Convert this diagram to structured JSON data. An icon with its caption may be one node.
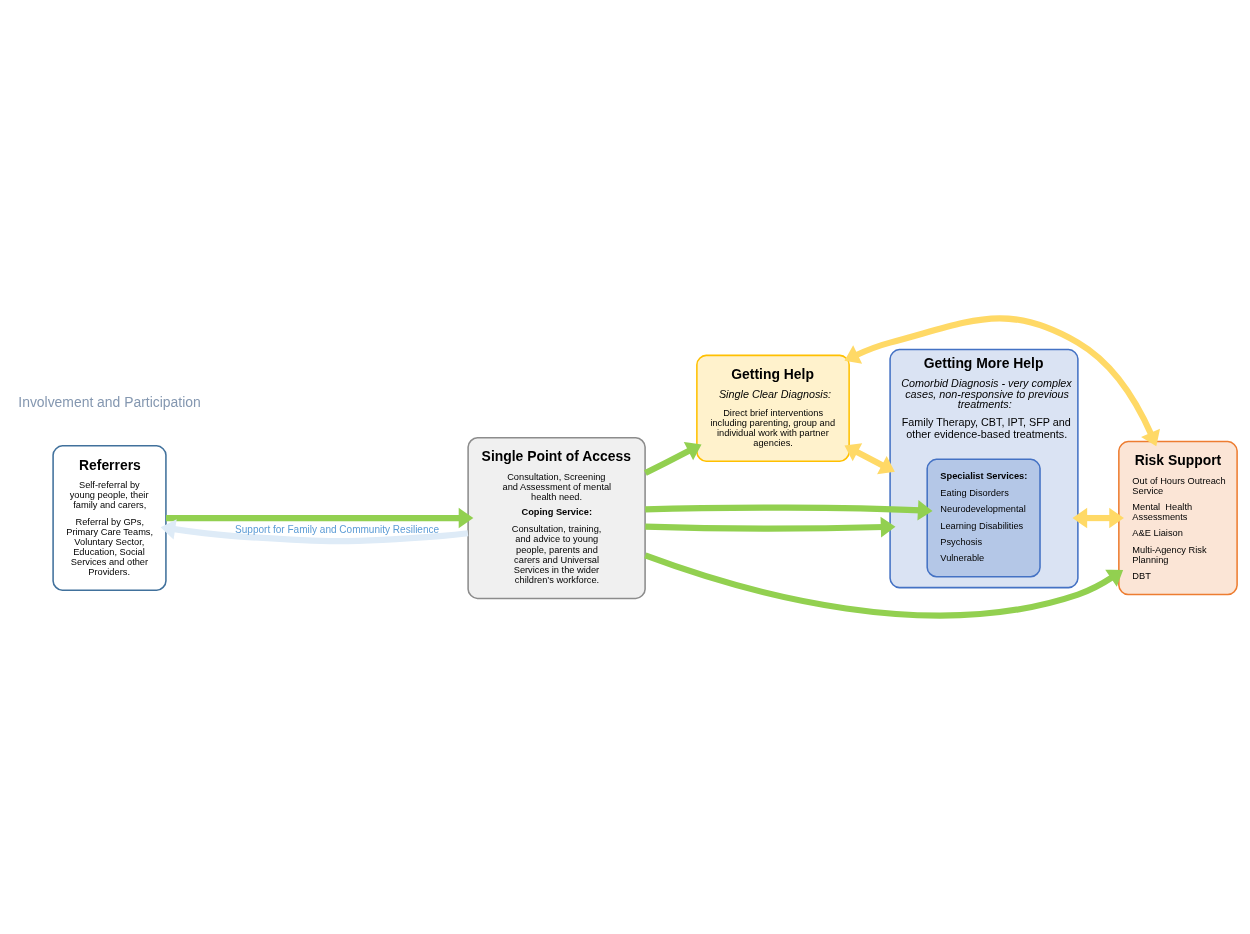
{
  "diagram": {
    "nodes": [
      {
        "text": [
          "Referrers",
          "Self-referral by young people, their family and carers,",
          "Referral by GPs, Primary Care Teams, Voluntary Sector, Education, Social Services and other Providers."
        ]
      },
      {
        "text": [
          "Single Point of Access",
          "Consultation, Screening and Assessment of mental health need.",
          "Coping Service:",
          "Consultation, training, and advice to young people, parents and carers and Universal Services in the wider children’s workforce."
        ]
      },
      {
        "text": [
          "Getting Help",
          "Single Clear Diagnosis:",
          "Direct brief interventions including parenting, group and individual work with partner agencies."
        ]
      },
      {
        "text": [
          "Getting More Help",
          "Comorbid Diagnosis - very complex cases, non-responsive to previous treatments:",
          "Family Therapy, CBT, IPT, SFP and other evidence-based treatments."
        ]
      },
      {
        "text": [
          "Specialist Services:",
          "Eating Disorders",
          "Neurodevelopmental",
          "Learning Disabilities",
          "Psychosis",
          "Vulnerable"
        ],
        "in": 3
      },
      {
        "text": [
          "Risk Support",
          "Out of Hours Outreach Service",
          "Mental  Health Assessments",
          "A&E Liaison",
          "Multi-Agency Risk Planning",
          "DBT"
        ]
      }
    ],
    "edges": [
      {
        "from": 0,
        "to": 1,
        "arrow": "to"
      },
      {
        "from": 1,
        "to": 2,
        "arrow": "to"
      },
      {
        "from": 1,
        "to": 3,
        "arrow": "to"
      },
      {
        "from": 1,
        "to": 4,
        "arrow": "to"
      },
      {
        "from": 1,
        "to": 5,
        "arrow": "to"
      },
      {
        "from": 2,
        "to": 5,
        "arrow": "both",
        "color": "#ffd966"
      },
      {
        "from": 2,
        "to": 3,
        "arrow": "both",
        "color": "#ffd966"
      },
      {
        "from": 3,
        "to": 5,
        "arrow": "both",
        "color": "#ffd966"
      },
      {
        "from": 1,
        "to": 0,
        "arrow": "to",
        "label": "Support for Family and Community Resilience",
        "color": "#deebf7"
      }
    ],
    "labels": [
      "Involvement and Participation"
    ]
  }
}
